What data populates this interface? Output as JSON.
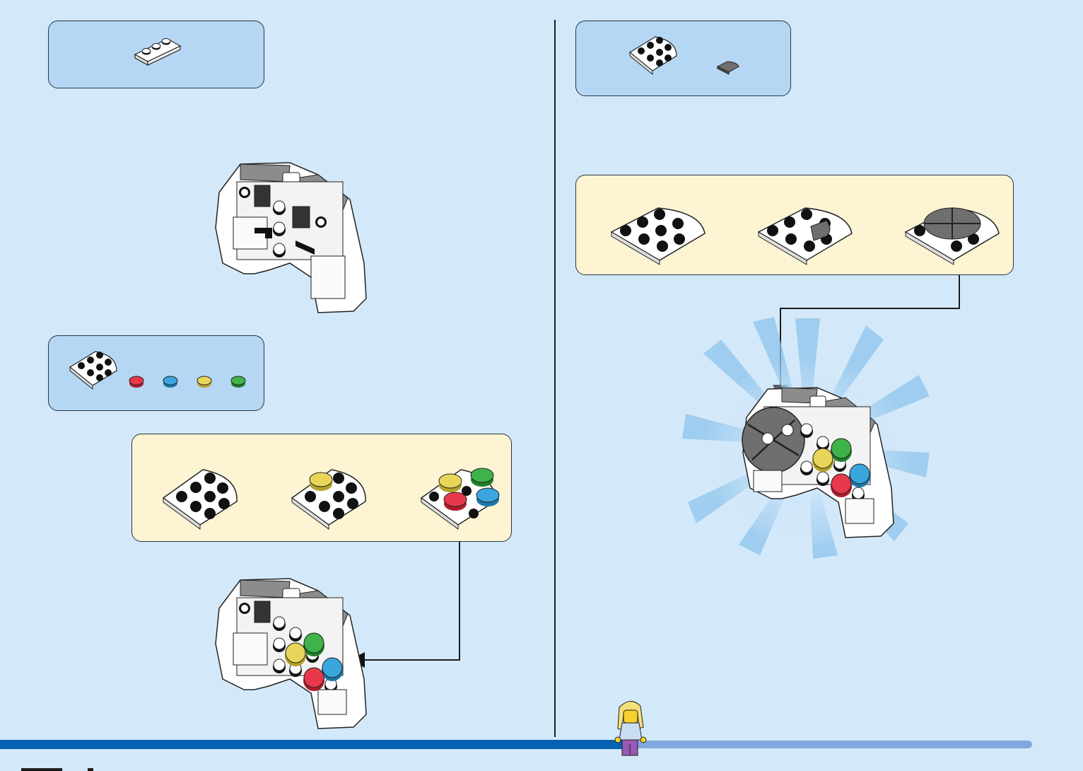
{
  "page": {
    "background": "#d3e9fa",
    "parts_box_color": "#b5d7f4",
    "substep_box_color": "#fdf4d3",
    "progress_color": "#0461b3",
    "progress_rest_color": "#7fa8de"
  },
  "left": {
    "step1_parts": [
      {
        "piece": "plate-1x3-white",
        "color": "#ffffff"
      }
    ],
    "step2_parts": [
      {
        "piece": "plate-round-corner-white",
        "color": "#ffffff"
      },
      {
        "piece": "tile-round-1x1-trans-red",
        "color": "#e8384b"
      },
      {
        "piece": "tile-round-1x1-trans-blue",
        "color": "#3aa6de"
      },
      {
        "piece": "tile-round-1x1-trans-yellow",
        "color": "#e8d55a"
      },
      {
        "piece": "tile-round-1x1-trans-green",
        "color": "#3fb24a"
      }
    ],
    "step2_substeps": [
      "plate-plain",
      "plate-yellow-button",
      "plate-four-buttons"
    ]
  },
  "right": {
    "step3_parts": [
      {
        "piece": "plate-round-corner-white",
        "color": "#ffffff"
      },
      {
        "piece": "tile-quarter-round-dark-grey",
        "color": "#6f6f6f"
      }
    ],
    "step3_substeps": [
      "plate-plain",
      "plate-one-dpad-tile",
      "plate-full-dpad"
    ]
  },
  "icons": {
    "arrow": "arrow-icon",
    "minifig": "minifigure-icon",
    "burst": "burst-icon"
  }
}
